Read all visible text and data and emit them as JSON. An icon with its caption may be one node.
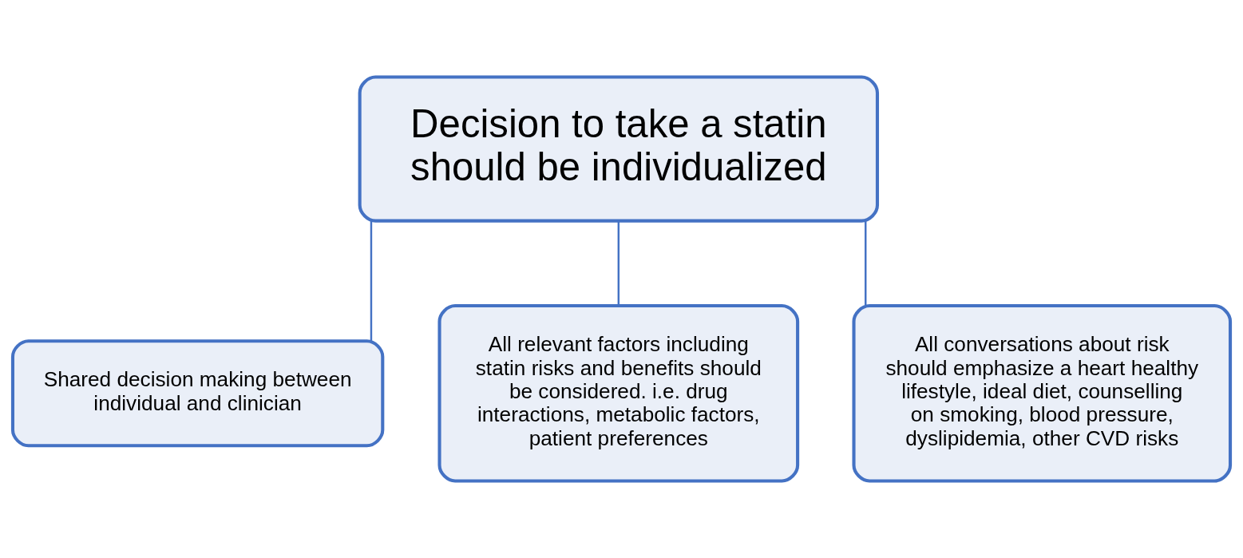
{
  "diagram": {
    "nodes": [
      {
        "text": [
          "Decision to take a statin should be individualized"
        ]
      },
      {
        "text": [
          "Shared decision making between individual and clinician"
        ]
      },
      {
        "text": [
          "All relevant factors including statin risks and benefits should be considered. i.e. drug interactions, metabolic factors, patient preferences"
        ]
      },
      {
        "text": [
          "All conversations about risk should emphasize a heart healthy lifestyle, ideal diet, counselling on smoking, blood pressure, dyslipidemia, other CVD risks"
        ]
      }
    ],
    "edges": [
      {
        "from": 0,
        "to": 1,
        "arrow": "none"
      },
      {
        "from": 0,
        "to": 2,
        "arrow": "none"
      },
      {
        "from": 0,
        "to": 3,
        "arrow": "none"
      }
    ]
  }
}
